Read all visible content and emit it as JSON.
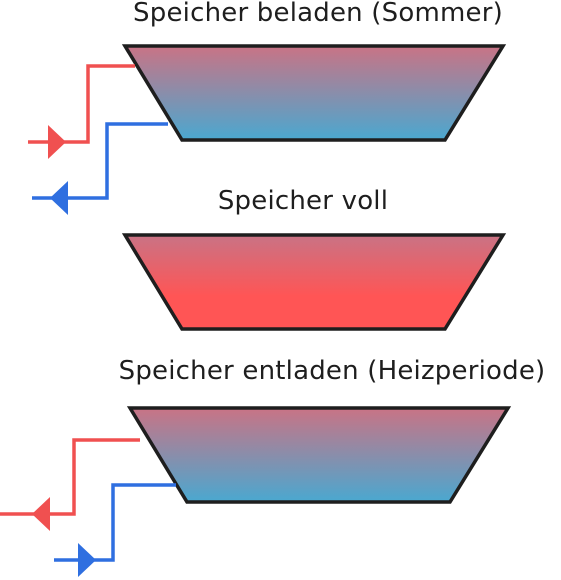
{
  "diagram": {
    "states": [
      {
        "id": "loading",
        "label": "Speicher beladen (Sommer)",
        "flow": "in"
      },
      {
        "id": "full",
        "label": "Speicher voll",
        "flow": "none"
      },
      {
        "id": "unloading",
        "label": "Speicher entladen (Heizperiode)",
        "flow": "out"
      }
    ]
  },
  "colors": {
    "hot": "#f05050",
    "cold": "#2f6fe0",
    "tank_top": "#c97385",
    "tank_bottom_cool": "#4aa8d0",
    "tank_bottom_warm": "#ff5555",
    "outline": "#1e1e1e",
    "text": "#1e1e1e"
  }
}
